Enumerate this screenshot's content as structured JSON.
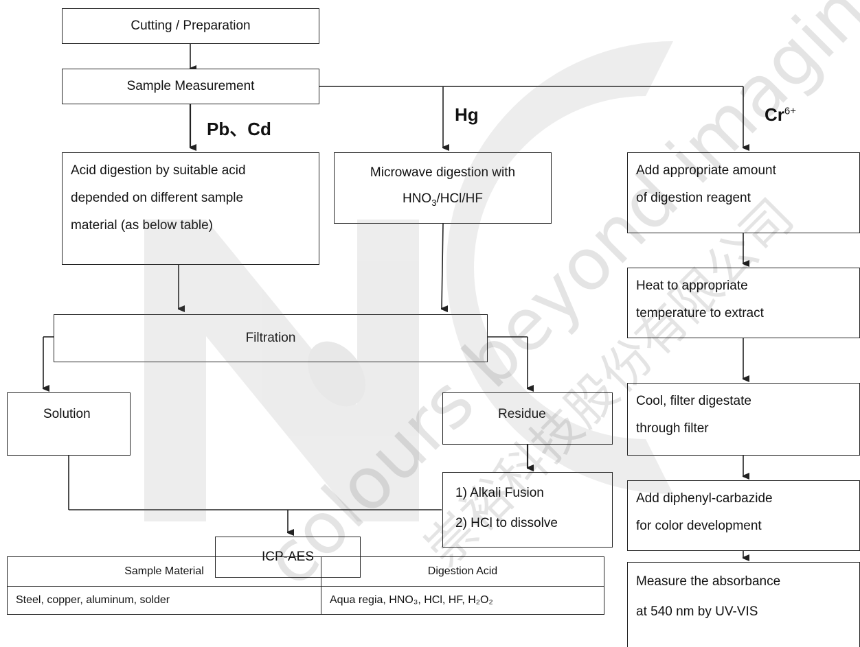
{
  "left": {
    "cutting": "Cutting / Preparation",
    "measure": "Sample Measurement",
    "pbcd": "Pb、Cd",
    "hg": "Hg",
    "acid": [
      "Acid digestion by suitable acid",
      "depended on different sample",
      "material (as below table)"
    ],
    "microwave_line1": "Microwave digestion with",
    "microwave_line2_a": "HNO",
    "microwave_line2_sub": "3",
    "microwave_line2_b": "/HCl/HF",
    "filtration": "Filtration",
    "solution": "Solution",
    "residue": "Residue",
    "fusion_1": "1)   Alkali Fusion",
    "fusion_2": "2)   HCl to dissolve",
    "icp": "ICP-AES"
  },
  "right": {
    "cr_label": "Cr",
    "cr_sup": "6+",
    "add_reagent": [
      "Add appropriate amount",
      "of digestion reagent"
    ],
    "heat": [
      "Heat to appropriate",
      "temperature to extract"
    ],
    "cool": [
      "Cool, filter digestate",
      "through filter"
    ],
    "diphenyl": [
      "Add diphenyl-carbazide",
      "for color development"
    ],
    "measure": [
      "Measure the absorbance",
      "at 540 nm by UV-VIS"
    ]
  },
  "table": {
    "header_material": "Sample Material",
    "header_acid": "Digestion Acid",
    "row1_material": "Steel, copper, aluminum, solder",
    "row1_acid": "Aqua regia, HNO₃, HCl, HF, H₂O₂"
  },
  "watermark": {
    "text": "colours beyond imagination",
    "chinese": "崇裕科技股份有限公司"
  }
}
